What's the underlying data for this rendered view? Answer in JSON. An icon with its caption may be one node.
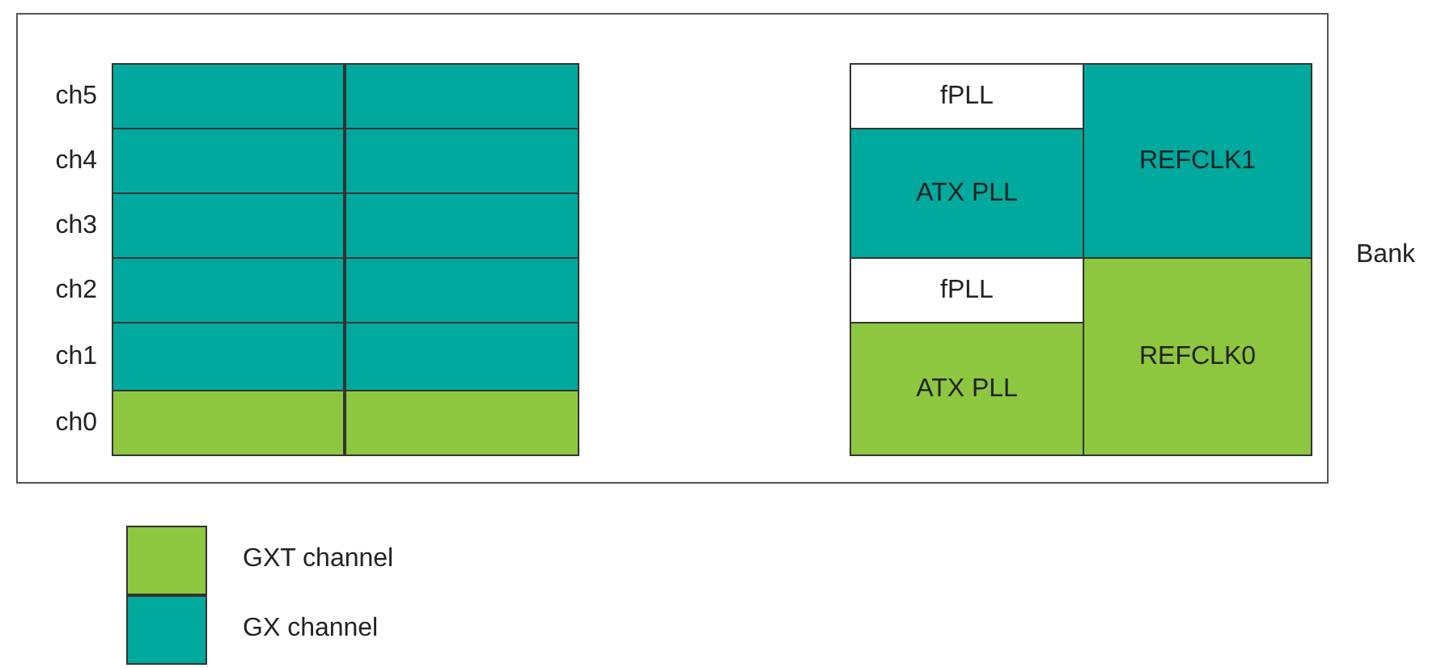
{
  "diagram": {
    "nodes": [
      {
        "text": [
          "Bank"
        ]
      },
      {
        "text": [],
        "shape": "box",
        "in": 0,
        "beside": [
          "ch5"
        ]
      },
      {
        "text": [],
        "shape": "box",
        "in": 0
      },
      {
        "text": [],
        "shape": "box",
        "in": 0,
        "beside": [
          "ch4"
        ]
      },
      {
        "text": [],
        "shape": "box",
        "in": 0
      },
      {
        "text": [],
        "shape": "box",
        "in": 0,
        "beside": [
          "ch3"
        ]
      },
      {
        "text": [],
        "shape": "box",
        "in": 0
      },
      {
        "text": [],
        "shape": "box",
        "in": 0,
        "beside": [
          "ch2"
        ]
      },
      {
        "text": [],
        "shape": "box",
        "in": 0
      },
      {
        "text": [],
        "shape": "box",
        "in": 0,
        "beside": [
          "ch1"
        ]
      },
      {
        "text": [],
        "shape": "box",
        "in": 0
      },
      {
        "text": [],
        "shape": "box",
        "in": 0,
        "beside": [
          "ch0"
        ]
      },
      {
        "text": [],
        "shape": "box",
        "in": 0
      },
      {
        "text": [
          "fPLL"
        ],
        "in": 0
      },
      {
        "text": [
          "ATX PLL"
        ],
        "in": 0
      },
      {
        "text": [
          "REFCLK1"
        ],
        "in": 0
      },
      {
        "text": [
          "fPLL"
        ],
        "in": 0
      },
      {
        "text": [
          "ATX PLL"
        ],
        "in": 0
      },
      {
        "text": [
          "REFCLK0"
        ],
        "in": 0
      }
    ],
    "legend": [
      {
        "text": "GXT channel",
        "color": "#8dc63f"
      },
      {
        "text": "GX channel",
        "color": "#00a99d"
      }
    ]
  }
}
